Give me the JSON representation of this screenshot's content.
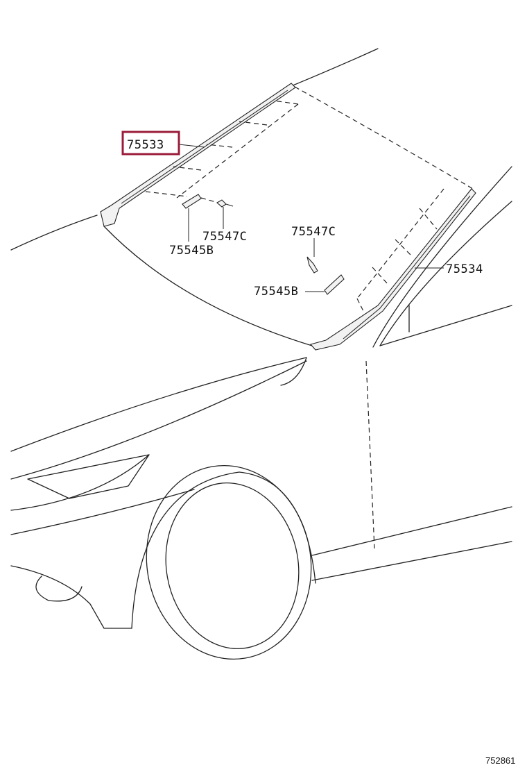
{
  "highlight_color": "#9b1b3a",
  "labels": {
    "p75533": "75533",
    "p75547c_left": "75547C",
    "p75545b_left": "75545B",
    "p75547c_right": "75547C",
    "p75534": "75534",
    "p75545b_right": "75545B"
  },
  "drawing_number": "752861"
}
